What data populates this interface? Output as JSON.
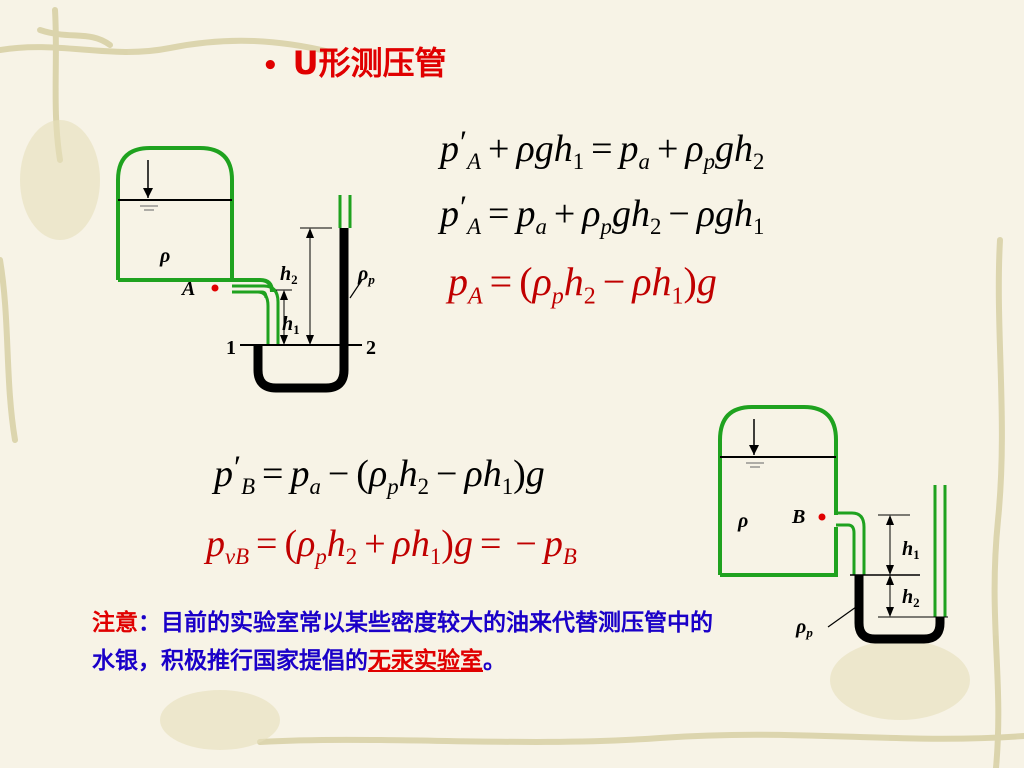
{
  "title": "U形测压管",
  "equations": {
    "eq1": {
      "pA": "p",
      "pA_sub": "A",
      "plus1": "+",
      "rho_g_h1": "ρgh",
      "h1_sub": "1",
      "eq": "=",
      "pa": "p",
      "pa_sub": "a",
      "plus2": "+",
      "rho": "ρ",
      "rho_sub": "p",
      "gh2": "gh",
      "h2_sub": "2"
    },
    "eq2": {
      "pA": "p",
      "pA_sub": "A",
      "eq": "=",
      "pa": "p",
      "pa_sub": "a",
      "plus": "+",
      "rho": "ρ",
      "rho_sub": "p",
      "gh2": "gh",
      "h2_sub": "2",
      "minus": "−",
      "rho_g_h1": "ρgh",
      "h1_sub": "1"
    },
    "eq3": {
      "pA": "p",
      "pA_sub": "A",
      "eq": "=",
      "lp": "(",
      "rho": "ρ",
      "rho_sub": "p",
      "h2": "h",
      "h2_sub": "2",
      "minus": "−",
      "rho_h1": "ρh",
      "h1_sub": "1",
      "rp": ")",
      "g": "g"
    },
    "eq4": {
      "pB": "p",
      "pB_sub": "B",
      "eq": "=",
      "pa": "p",
      "pa_sub": "a",
      "minus1": "−",
      "lp": "(",
      "rho": "ρ",
      "rho_sub": "p",
      "h2": "h",
      "h2_sub": "2",
      "minus2": "−",
      "rho_h1": "ρh",
      "h1_sub": "1",
      "rp": ")",
      "g": "g"
    },
    "eq5": {
      "pvB": "p",
      "pvB_sub": "vB",
      "eq1": "=",
      "lp": "(",
      "rho": "ρ",
      "rho_sub": "p",
      "h2": "h",
      "h2_sub": "2",
      "plus": "+",
      "rho_h1": "ρh",
      "h1_sub": "1",
      "rp": ")",
      "g": "g",
      "eq2": "=",
      "minus": "−",
      "pB": "p",
      "pB_sub": "B"
    }
  },
  "diagram1": {
    "rho": "ρ",
    "point": "A",
    "h2": "h",
    "h2_sub": "2",
    "h1": "h",
    "h1_sub": "1",
    "rhop": "ρ",
    "rhop_sub": "p",
    "label1": "1",
    "label2": "2"
  },
  "diagram2": {
    "rho": "ρ",
    "point": "B",
    "h1": "h",
    "h1_sub": "1",
    "h2": "h",
    "h2_sub": "2",
    "rhop": "ρ",
    "rhop_sub": "p"
  },
  "note": {
    "prefix": "注意",
    "colon": "：",
    "body": "目前的实验室常以某些密度较大的油来代替测压管中的水银，积极推行国家提倡的",
    "highlight": "无汞实验室",
    "end": "。"
  },
  "colors": {
    "title": "#e00000",
    "note": "#1a00c8",
    "highlight": "#c00000",
    "vessel": "#1fa21f"
  }
}
